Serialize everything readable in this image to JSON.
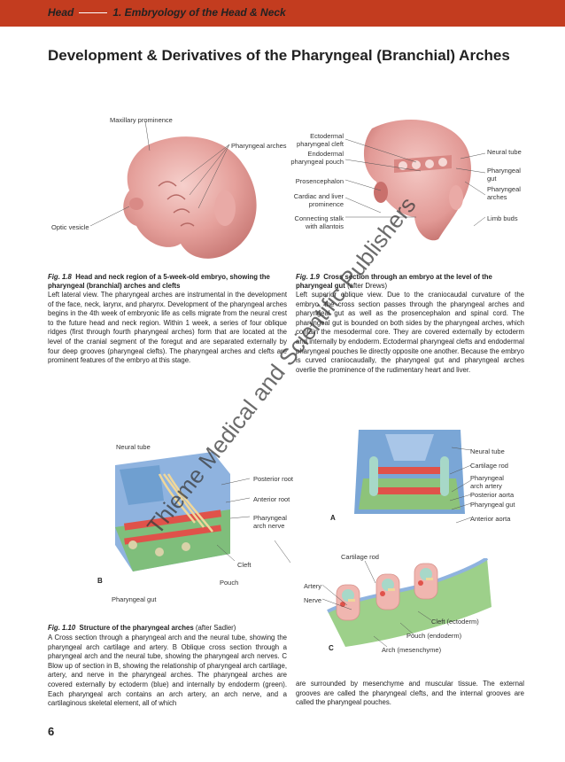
{
  "header": {
    "section": "Head",
    "chapter": "1. Embryology of the Head & Neck"
  },
  "title": "Development & Derivatives of the Pharyngeal (Branchial) Arches",
  "fig18": {
    "labels": {
      "maxillary": "Maxillary prominence",
      "pharyngeal_arches": "Pharyngeal arches",
      "optic": "Optic vesicle"
    },
    "caption_num": "Fig. 1.8",
    "caption_text": "Head and neck region of a 5-week-old embryo, showing the pharyngeal (branchial) arches and clefts",
    "body": "Left lateral view. The pharyngeal arches are instrumental in the development of the face, neck, larynx, and pharynx. Development of the pharyngeal arches begins in the 4th week of embryonic life as cells migrate from the neural crest to the future head and neck region. Within 1 week, a series of four oblique ridges (first through fourth pharyngeal arches) form that are located at the level of the cranial segment of the foregut and are separated externally by four deep grooves (pharyngeal clefts). The pharyngeal arches and clefts are prominent features of the embryo at this stage."
  },
  "fig19": {
    "labels": {
      "ecto_cleft": "Ectodermal pharyngeal cleft",
      "endo_pouch": "Endodermal pharyngeal pouch",
      "prosencephalon": "Prosencephalon",
      "cardiac": "Cardiac and liver prominence",
      "connecting": "Connecting stalk with allantois",
      "neural_tube": "Neural tube",
      "pharyngeal_gut": "Pharyngeal gut",
      "pharyngeal_arches": "Pharyngeal arches",
      "limb_buds": "Limb buds"
    },
    "caption_num": "Fig. 1.9",
    "caption_text": "Cross section through an embryo at the level of the pharyngeal gut",
    "caption_after": "(after Drews)",
    "body": "Left superior oblique view. Due to the craniocaudal curvature of the embryo, the cross section passes through the pharyngeal arches and pharyngeal gut as well as the prosencephalon and spinal cord. The pharyngeal gut is bounded on both sides by the pharyngeal arches, which contain the mesodermal core. They are covered externally by ectoderm and internally by endoderm. Ectodermal pharyngeal clefts and endodermal pharyngeal pouches lie directly opposite one another. Because the embryo is curved craniocaudally, the pharyngeal gut and pharyngeal arches overlie the prominence of the rudimentary heart and liver."
  },
  "fig110": {
    "labels_b": {
      "neural_tube": "Neural tube",
      "posterior_root": "Posterior root",
      "anterior_root": "Anterior root",
      "pharyngeal_arch_nerve": "Pharyngeal arch nerve",
      "cleft": "Cleft",
      "pouch": "Pouch",
      "letter": "B",
      "pharyngeal_gut": "Pharyngeal gut"
    },
    "labels_a": {
      "neural_tube": "Neural tube",
      "cartilage_rod": "Cartilage rod",
      "arch_artery": "Pharyngeal arch artery",
      "posterior_aorta": "Posterior aorta",
      "pharyngeal_gut": "Pharyngeal gut",
      "anterior_aorta": "Anterior aorta",
      "letter": "A"
    },
    "labels_c": {
      "cartilage_rod": "Cartilage rod",
      "artery": "Artery",
      "nerve": "Nerve",
      "cleft": "Cleft (ectoderm)",
      "pouch": "Pouch (endoderm)",
      "arch": "Arch (mesenchyme)",
      "letter": "C"
    },
    "caption_num": "Fig. 1.10",
    "caption_text": "Structure of the pharyngeal arches",
    "caption_after": "(after Sadler)",
    "body_left": "A Cross section through a pharyngeal arch and the neural tube, showing the pharyngeal arch cartilage and artery. B Oblique cross section through a pharyngeal arch and the neural tube, showing the pharyngeal arch nerves. C Blow up of section in B, showing the relationship of pharyngeal arch cartilage, artery, and nerve in the pharyngeal arches. The pharyngeal arches are covered externally by ectoderm (blue) and internally by endoderm (green). Each pharyngeal arch contains an arch artery, an arch nerve, and a cartilaginous skeletal element, all of which",
    "body_right": "are surrounded by mesenchyme and muscular tissue. The external grooves are called the pharyngeal clefts, and the internal grooves are called the pharyngeal pouches."
  },
  "watermark": "Thieme Medical and Scientific Publishers",
  "page_number": "6",
  "colors": {
    "header_red": "#c33c1f",
    "ectoderm_blue": "#6f9fd0",
    "endoderm_green": "#7cbf6a",
    "artery_red": "#e0524a",
    "embryo_pink": "#e8a6a2"
  }
}
